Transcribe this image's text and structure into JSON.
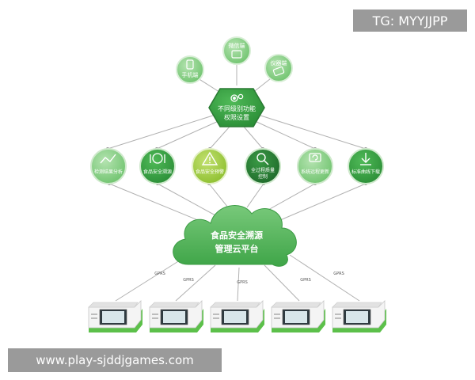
{
  "overlays": {
    "tag": "TG: MYYJJPP",
    "watermark": "www.play-sjddjgames.com"
  },
  "clients": {
    "mobile": "手机端",
    "wechat": "微信端",
    "instrument": "仪器端"
  },
  "permission": {
    "line1": "不同级别功能",
    "line2": "权限设置"
  },
  "functions": [
    {
      "label": "检测结果分析",
      "icon": "trend-icon"
    },
    {
      "label": "食品安全溯源",
      "icon": "dining-icon"
    },
    {
      "label": "食品安全预警",
      "icon": "warning-icon"
    },
    {
      "label1": "全过程质量",
      "label2": "控制",
      "icon": "magnifier-icon"
    },
    {
      "label": "系统远程更新",
      "icon": "remote-update-icon"
    },
    {
      "label": "标准曲线下载",
      "icon": "download-icon"
    }
  ],
  "cloud": {
    "line1": "食品安全溯源",
    "line2": "管理云平台"
  },
  "gprs_label": "GPRS",
  "device_count": 5,
  "colors": {
    "light_green": "#8bd08a",
    "mid_green": "#45b04a",
    "dark_green": "#2e8a3b",
    "yellow_green": "#9ccd3c",
    "line_gray": "#b0b0b0"
  }
}
